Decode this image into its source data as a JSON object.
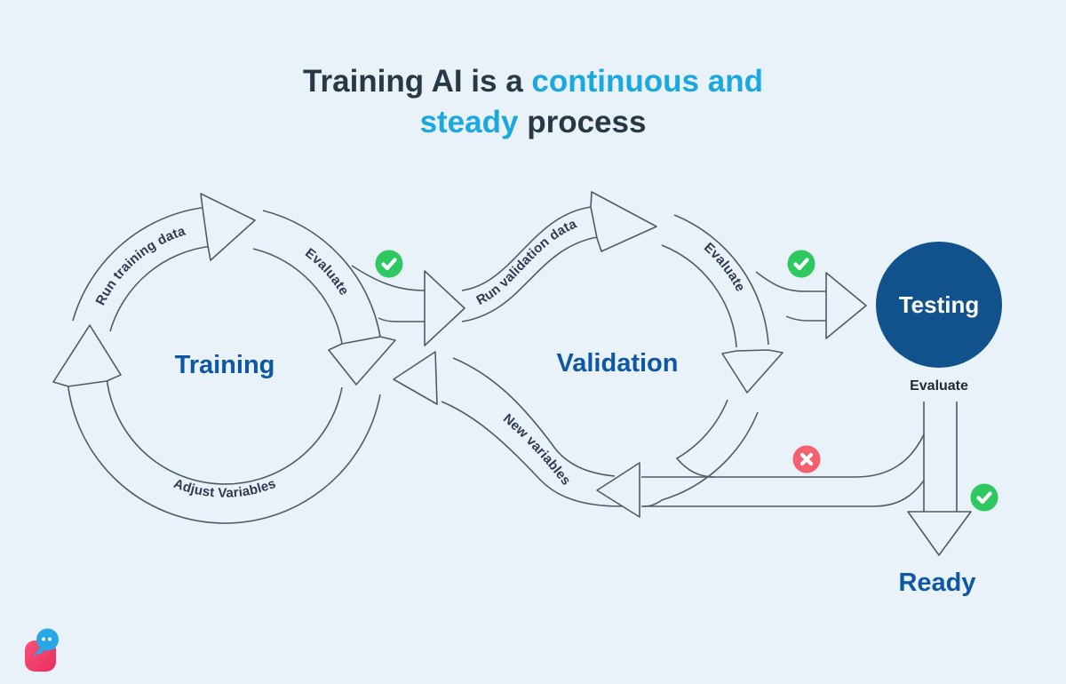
{
  "title": {
    "part1_dark": "Training AI is a",
    "part2_blue": " continuous and",
    "part3_blue": "steady",
    "part4_dark": " process"
  },
  "training": {
    "label": "Training",
    "step_run": "Run training data",
    "step_evaluate": "Evaluate",
    "step_adjust": "Adjust Variables"
  },
  "validation": {
    "label": "Validation",
    "step_run": "Run validation data",
    "step_evaluate": "Evaluate",
    "step_new_variables": "New variables"
  },
  "testing": {
    "label": "Testing",
    "step_evaluate": "Evaluate"
  },
  "ready": {
    "label": "Ready"
  },
  "icons": {
    "pass_1": "check-circle",
    "pass_2": "check-circle",
    "pass_3": "check-circle",
    "fail_1": "cross-circle",
    "logo": "chat-bubble-logo"
  },
  "colors": {
    "background": "#e9f1f9",
    "stroke": "#4f5b66",
    "title_dark": "#273945",
    "accent_blue": "#1ba7e0",
    "label_blue": "#0d57a3",
    "testing_fill": "#11528d",
    "success_green": "#2dc85f",
    "fail_red": "#f5616e",
    "step_text": "#2e3a52",
    "logo_pink_top": "#fa5276",
    "logo_pink_bottom": "#e82d5f",
    "logo_bubble_blue": "#29a8e8"
  }
}
